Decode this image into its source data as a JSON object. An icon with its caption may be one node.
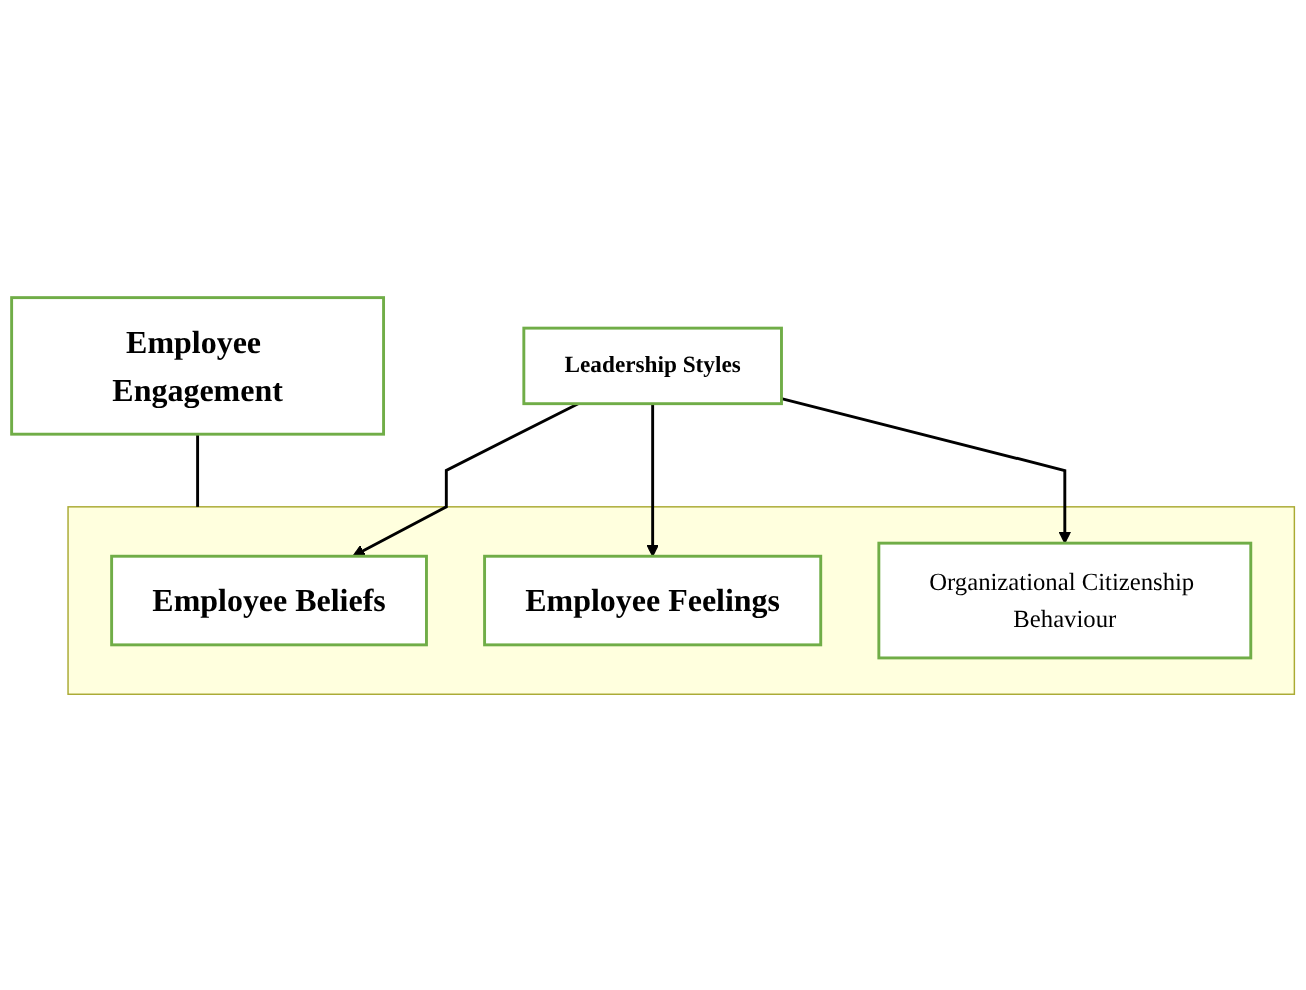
{
  "diagram": {
    "nodes": [
      {
        "text": [
          "Employee Engagement"
        ]
      },
      {
        "text": [],
        "shape": "box"
      },
      {
        "text": [
          "Employee Beliefs"
        ],
        "in": 1
      },
      {
        "text": [
          "Employee Feelings"
        ],
        "in": 1
      },
      {
        "text": [
          "Organizational Citizenship Behaviour"
        ],
        "in": 1
      },
      {
        "text": [
          "Leadership Styles"
        ]
      }
    ],
    "edges": [
      {
        "from": 0,
        "to": 1,
        "arrow": "none"
      },
      {
        "from": 5,
        "to": 2,
        "arrow": "to"
      },
      {
        "from": 5,
        "to": 3,
        "arrow": "to"
      },
      {
        "from": 5,
        "to": 4,
        "arrow": "to"
      }
    ]
  }
}
